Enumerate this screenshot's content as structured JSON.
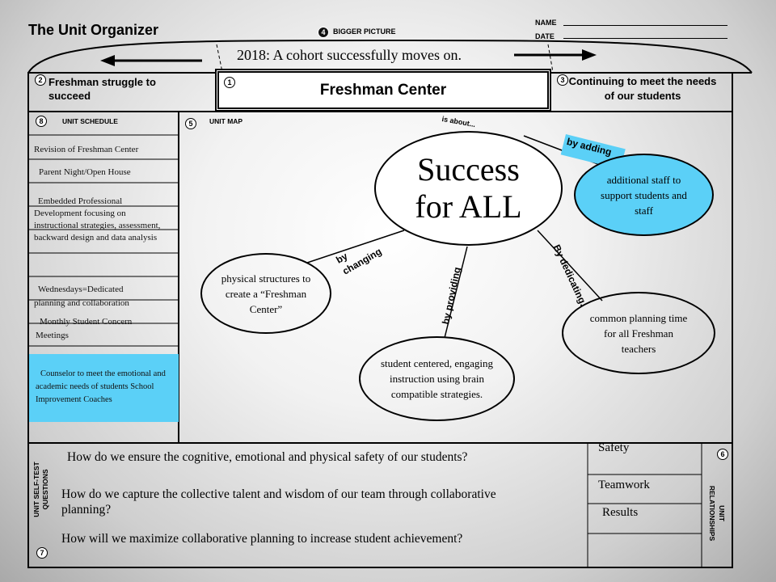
{
  "title": "The Unit Organizer",
  "name_label": "NAME",
  "date_label": "DATE",
  "bigger_picture": {
    "num": "4",
    "label": "BIGGER PICTURE",
    "text": "2018: A cohort successfully moves on."
  },
  "prior": {
    "num": "2",
    "text": "Freshman struggle to succeed"
  },
  "current": {
    "num": "1",
    "text": "Freshman Center"
  },
  "upcoming": {
    "num": "3",
    "text": "Continuing to meet the needs of our students"
  },
  "schedule": {
    "num": "8",
    "label": "UNIT SCHEDULE",
    "items": [
      "Revision of Freshman Center",
      "Parent Night/Open House",
      "Embedded Professional Development focusing on instructional strategies, assessment, backward design and data analysis",
      "Wednesdays=Dedicated planning and collaboration",
      "Monthly Student Concern Meetings",
      "Counselor to meet the emotional and academic needs of students School Improvement Coaches"
    ]
  },
  "map": {
    "num": "5",
    "label": "UNIT MAP",
    "center": "Success for ALL",
    "is_about": "is about...",
    "branches": [
      {
        "connector": "by adding",
        "text": "additional staff to support students and staff"
      },
      {
        "connector": "by changing",
        "text": "physical structures to create a “Freshman Center”"
      },
      {
        "connector": "by providing",
        "text": "student centered, engaging instruction using brain compatible strategies."
      },
      {
        "connector": "By dedicating.",
        "text": "common planning time for all Freshman teachers"
      }
    ]
  },
  "questions": {
    "num": "7",
    "label": "UNIT SELF-TEST QUESTIONS",
    "items": [
      "How do we ensure the cognitive, emotional and physical safety of our students?",
      "How do we capture the collective talent and wisdom of our team through collaborative planning?",
      "How will we maximize collaborative planning to increase student achievement?"
    ]
  },
  "relationships": {
    "num": "6",
    "label": "UNIT RELATIONSHIPS",
    "items": [
      "Safety",
      "Teamwork",
      "Results"
    ]
  },
  "colors": {
    "highlight": "#5bd0f7",
    "frame": "#000000"
  }
}
